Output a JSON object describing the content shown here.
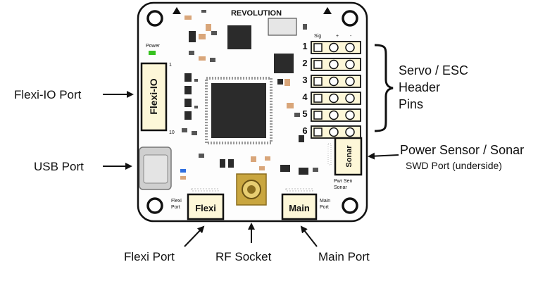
{
  "board": {
    "title": "REVOLUTION",
    "power_label": "Power",
    "flexiio_connector_label": "Flexi-IO",
    "flexiio_pin_first": "1",
    "flexiio_pin_last": "10",
    "header_columns": [
      "Sig",
      "+",
      "-"
    ],
    "header_rows": [
      "1",
      "2",
      "3",
      "4",
      "5",
      "6"
    ],
    "sonar_connector_label": "Sonar",
    "pwrsen_text": [
      "Pwr Sen",
      "Sonar"
    ],
    "flexi_connector_label": "Flexi",
    "flexi_small_text": [
      "Flexi",
      "Port"
    ],
    "main_connector_label": "Main",
    "main_small_text": [
      "Main",
      "Port"
    ]
  },
  "callouts": {
    "flexiio_port": "Flexi-IO Port",
    "usb_port": "USB Port",
    "servo_esc": [
      "Servo / ESC",
      "Header",
      "Pins"
    ],
    "power_sensor_sonar": "Power Sensor / Sonar",
    "swd_port": "SWD Port (underside)",
    "flexi_port": "Flexi Port",
    "rf_socket": "RF Socket",
    "main_port": "Main Port"
  },
  "colors": {
    "board_fill": "#fdfdfd",
    "board_outline": "#111111",
    "chip_dark": "#2b2b2b",
    "connector_fill": "#fdf7d8",
    "rf_gold": "#c9a640",
    "power_led": "#36c21f",
    "usb_gray": "#cfcfcf",
    "blue_led": "#2f6fe0",
    "smd_tan": "#d9a67a"
  }
}
